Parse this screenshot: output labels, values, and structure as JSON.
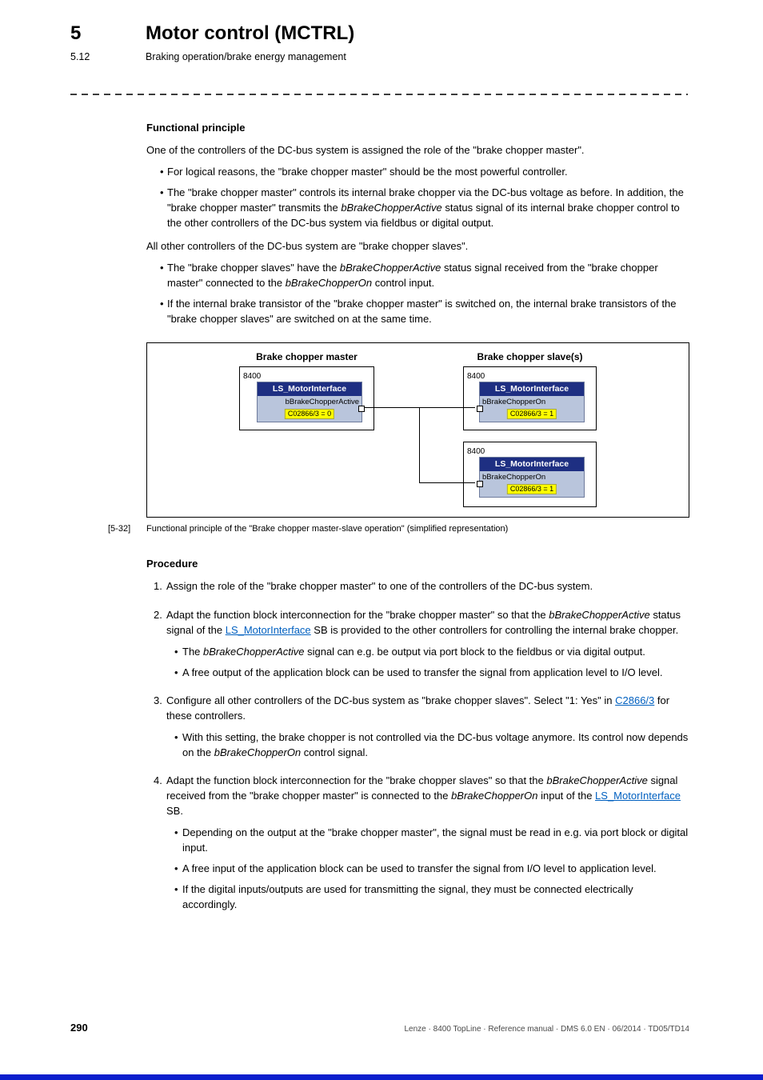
{
  "ui": {
    "bullet": "•"
  },
  "colors": {
    "link": "#0060c0",
    "block-header": "#1e2f82",
    "block-body": "#b9c5dc",
    "param-bg": "#ffff00",
    "param-border": "#a6a642",
    "footer-bar": "#0a1ecc"
  },
  "header": {
    "chapter_number": "5",
    "chapter_title": "Motor control (MCTRL)",
    "section_number": "5.12",
    "section_title": "Braking operation/brake energy management"
  },
  "footer": {
    "page_number": "290",
    "info": "Lenze · 8400 TopLine · Reference manual · DMS 6.0 EN · 06/2014 · TD05/TD14"
  },
  "functional_principle": {
    "heading": "Functional principle",
    "intro": [
      {
        "t": "One of the controllers of the DC-bus system is assigned the role of the \"brake chopper master\"."
      }
    ],
    "bullets_a": [
      [
        {
          "t": "For logical reasons, the \"brake chopper master\" should be the most powerful controller."
        }
      ],
      [
        {
          "t": "The \"brake chopper master\" controls its internal brake chopper via the DC-bus voltage as before. In addition, the \"brake chopper master\" transmits the "
        },
        {
          "t": "bBrakeChopperActive",
          "s": "i"
        },
        {
          "t": " status signal of its internal brake chopper control to the other controllers of the DC-bus system via fieldbus or digital output."
        }
      ]
    ],
    "para2": [
      {
        "t": "All other controllers of the DC-bus system are \"brake chopper slaves\"."
      }
    ],
    "bullets_b": [
      [
        {
          "t": "The \"brake chopper slaves\" have the "
        },
        {
          "t": "bBrakeChopperActive",
          "s": "i"
        },
        {
          "t": " status signal received from the \"brake chopper master\" connected to the "
        },
        {
          "t": "bBrakeChopperOn",
          "s": "i"
        },
        {
          "t": " control input."
        }
      ],
      [
        {
          "t": "If the internal brake transistor of the \"brake chopper master\" is switched on, the internal brake transistors of the \"brake chopper slaves\" are switched on at the same time."
        }
      ]
    ]
  },
  "figure": {
    "master_label": "Brake chopper master",
    "slaves_label": "Brake chopper slave(s)",
    "master": {
      "device": "8400",
      "block": "LS_MotorInterface",
      "port": "bBrakeChopperActive",
      "param": "C02866/3 = 0"
    },
    "slave1": {
      "device": "8400",
      "block": "LS_MotorInterface",
      "port": "bBrakeChopperOn",
      "param": "C02866/3 = 1"
    },
    "slave2": {
      "device": "8400",
      "block": "LS_MotorInterface",
      "port": "bBrakeChopperOn",
      "param": "C02866/3 = 1"
    },
    "caption_tag": "[5-32]",
    "caption": "Functional principle of the \"Brake chopper master-slave operation\" (simplified representation)"
  },
  "procedure": {
    "heading": "Procedure",
    "steps": [
      {
        "num": "1.",
        "text": [
          {
            "t": "Assign the role of the \"brake chopper master\" to one of the controllers of the DC-bus system."
          }
        ],
        "subs": []
      },
      {
        "num": "2.",
        "text": [
          {
            "t": "Adapt the function block interconnection for the \"brake chopper master\" so that the "
          },
          {
            "t": "bBrakeChopperActive",
            "s": "i"
          },
          {
            "t": " status signal of the "
          },
          {
            "t": "LS_MotorInterface",
            "s": "a"
          },
          {
            "t": " SB is provided to the other controllers for controlling the internal brake chopper."
          }
        ],
        "subs": [
          [
            {
              "t": "The "
            },
            {
              "t": "bBrakeChopperActive",
              "s": "i"
            },
            {
              "t": " signal can e.g. be output via port block to the fieldbus or via digital output."
            }
          ],
          [
            {
              "t": "A free output of the application block can be used to transfer the signal from application level to I/O level."
            }
          ]
        ]
      },
      {
        "num": "3.",
        "text": [
          {
            "t": "Configure all other controllers of the DC-bus system as \"brake chopper slaves\". Select \"1: Yes\" in "
          },
          {
            "t": "C2866/3",
            "s": "a"
          },
          {
            "t": " for these controllers."
          }
        ],
        "subs": [
          [
            {
              "t": "With this setting, the brake chopper is not controlled via the DC-bus voltage anymore. Its control now depends on the "
            },
            {
              "t": "bBrakeChopperOn",
              "s": "i"
            },
            {
              "t": " control signal."
            }
          ]
        ]
      },
      {
        "num": "4.",
        "text": [
          {
            "t": "Adapt the function block interconnection for the \"brake chopper slaves\" so that the "
          },
          {
            "t": "bBrakeChopperActive",
            "s": "i"
          },
          {
            "t": " signal received from the \"brake chopper master\" is connected to the "
          },
          {
            "t": "bBrakeChopperOn",
            "s": "i"
          },
          {
            "t": " input of the "
          },
          {
            "t": "LS_MotorInterface",
            "s": "a"
          },
          {
            "t": " SB."
          }
        ],
        "subs": [
          [
            {
              "t": "Depending on the output at the \"brake chopper master\", the signal must be read in e.g. via port block or digital input."
            }
          ],
          [
            {
              "t": "A free input of the application block can be used to transfer the signal from I/O level to application level."
            }
          ],
          [
            {
              "t": "If the digital inputs/outputs are used for transmitting the signal, they must be connected electrically accordingly."
            }
          ]
        ]
      }
    ]
  }
}
